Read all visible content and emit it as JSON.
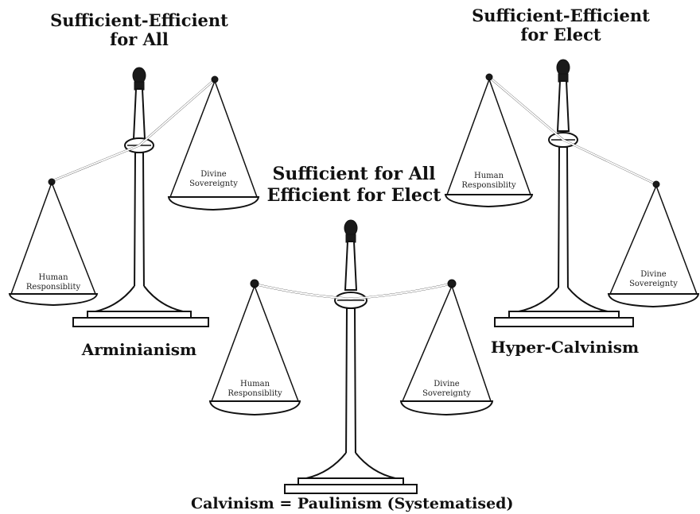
{
  "scales": {
    "arminianism": {
      "heading_line1": "Sufficient-Efficient",
      "heading_line2": "for All",
      "caption": "Arminianism",
      "left_pan_line1": "Human",
      "left_pan_line2": "Responsiblity",
      "right_pan_line1": "Divine",
      "right_pan_line2": "Sovereignty",
      "tilt": "left pan lower"
    },
    "calvinism": {
      "heading_line1": "Sufficient for All",
      "heading_line2": "Efficient for Elect",
      "caption": "Calvinism = Paulinism (Systematised)",
      "left_pan_line1": "Human",
      "left_pan_line2": "Responsiblity",
      "right_pan_line1": "Divine",
      "right_pan_line2": "Sovereignty",
      "tilt": "balanced"
    },
    "hyper_calvinism": {
      "heading_line1": "Sufficient-Efficient",
      "heading_line2": "for Elect",
      "caption": "Hyper-Calvinism",
      "left_pan_line1": "Human",
      "left_pan_line2": "Responsiblity",
      "right_pan_line1": "Divine",
      "right_pan_line2": "Sovereignty",
      "tilt": "right pan lower"
    }
  },
  "colors": {
    "ink": "#111111",
    "background": "#ffffff"
  }
}
